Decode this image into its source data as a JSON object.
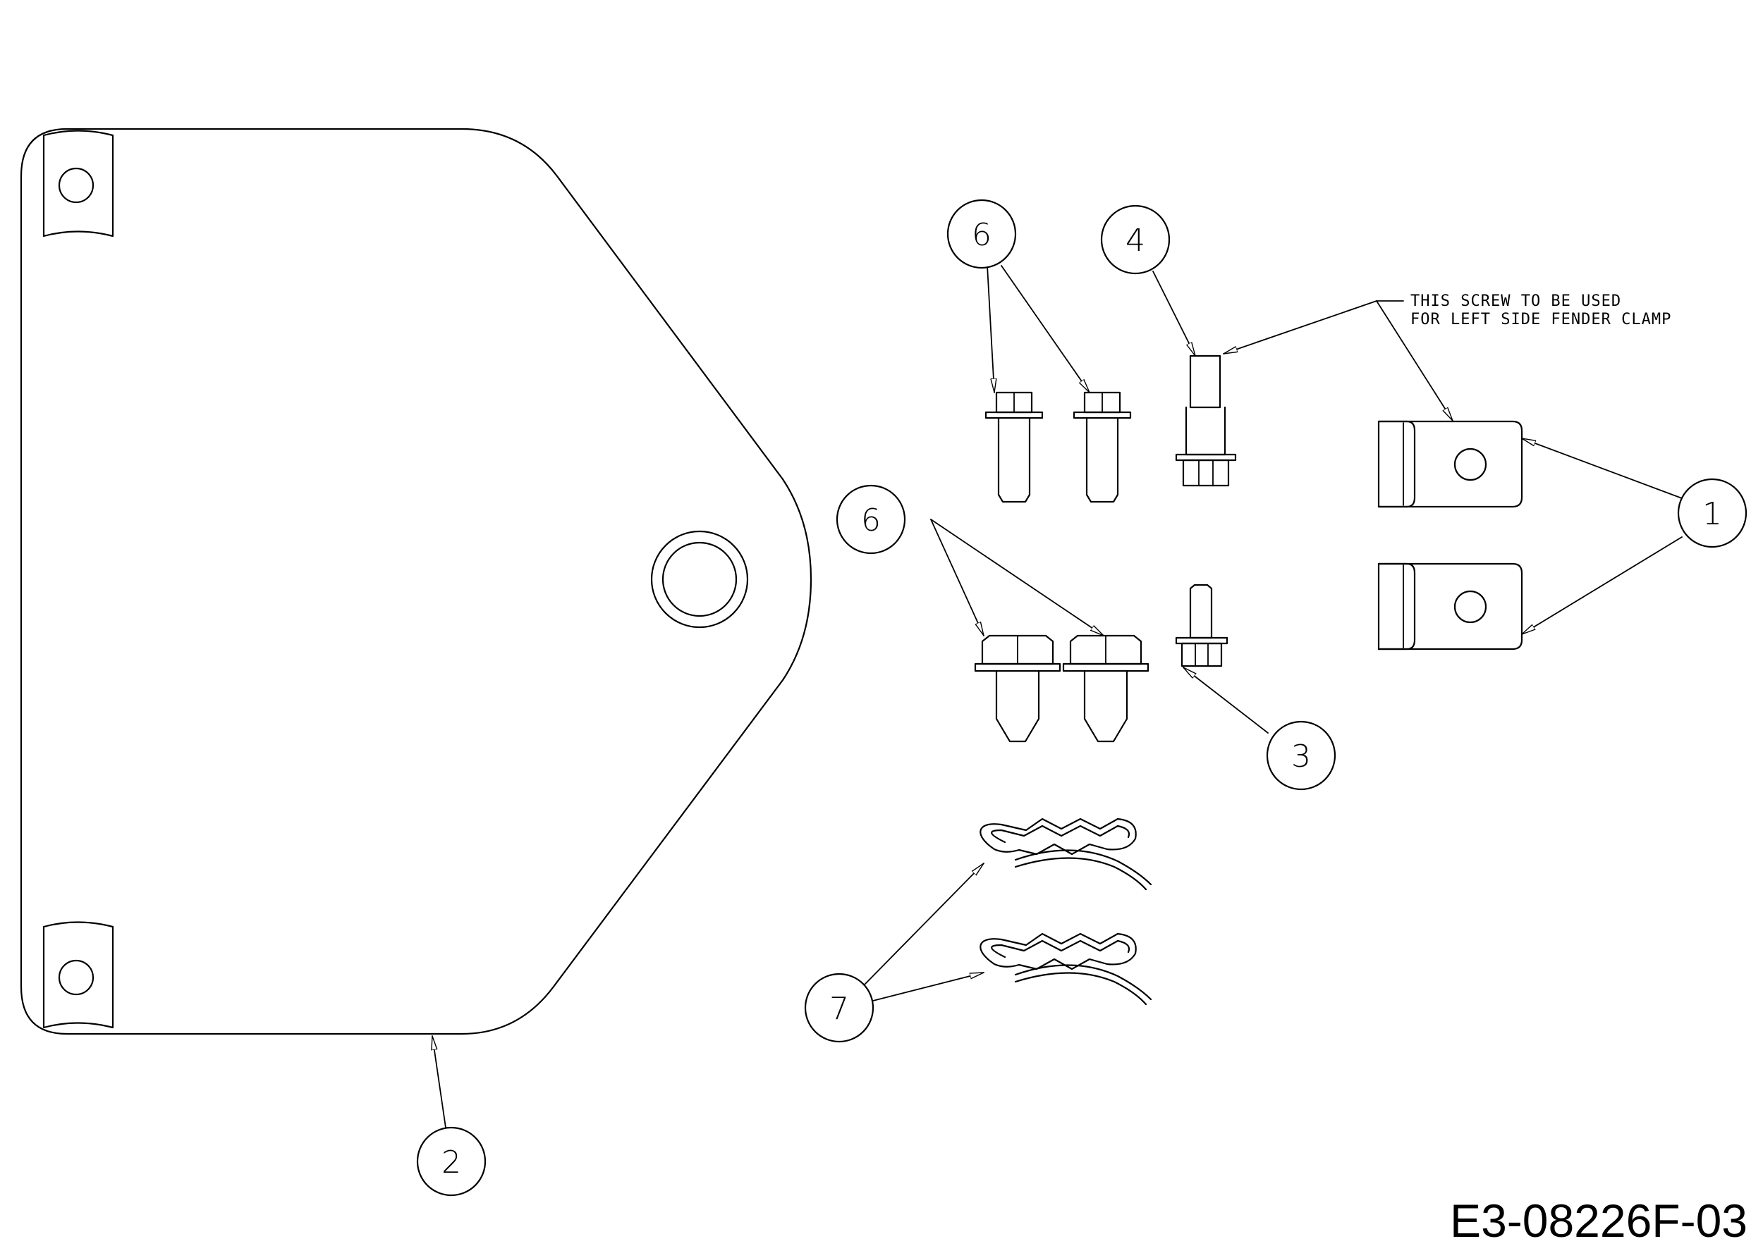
{
  "drawing_number": "E3-08226F-03",
  "note": {
    "line1": "THIS SCREW TO BE USED",
    "line2": "FOR LEFT SIDE FENDER CLAMP"
  },
  "callouts": [
    {
      "id": "c1",
      "label": "1"
    },
    {
      "id": "c2",
      "label": "2"
    },
    {
      "id": "c3",
      "label": "3"
    },
    {
      "id": "c4",
      "label": "4"
    },
    {
      "id": "c6a",
      "label": "6"
    },
    {
      "id": "c6b",
      "label": "6"
    },
    {
      "id": "c7",
      "label": "7"
    }
  ]
}
